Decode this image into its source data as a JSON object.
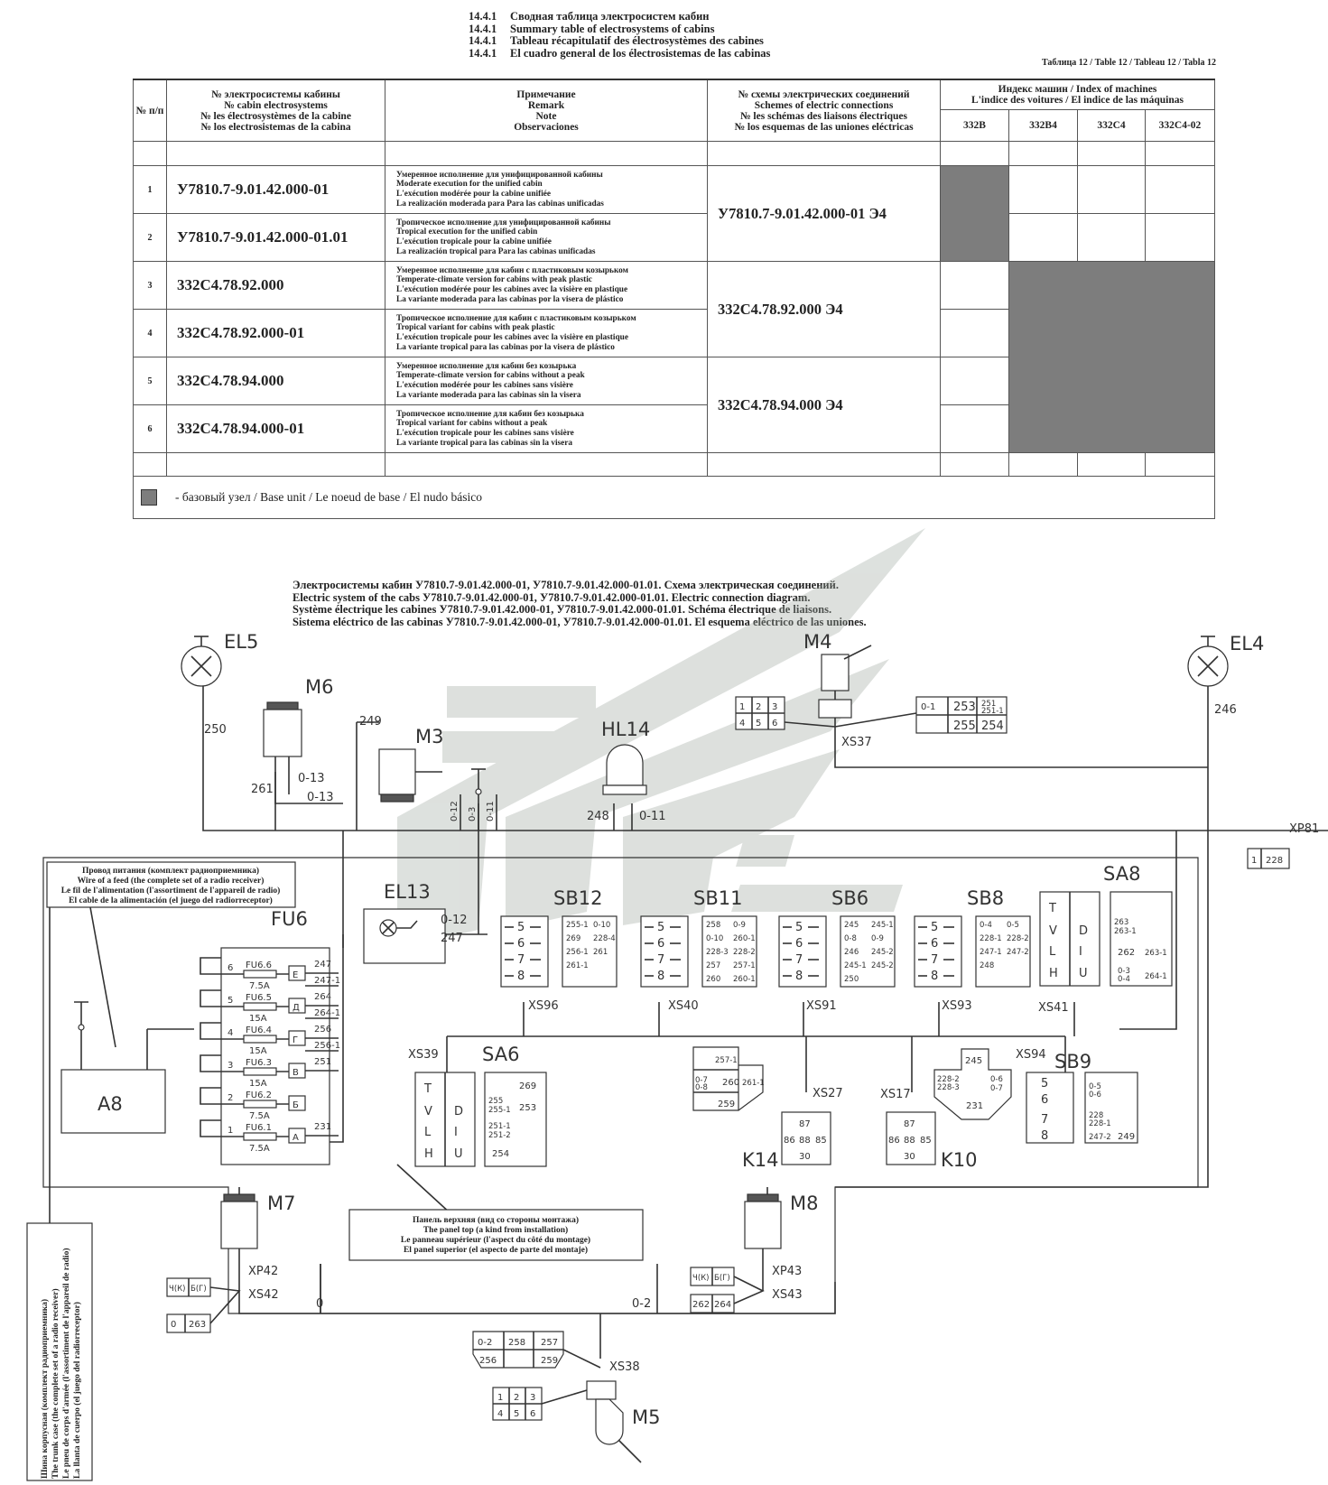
{
  "header_lines": [
    {
      "num": "14.4.1",
      "text": "Сводная таблица электросистем кабин"
    },
    {
      "num": "14.4.1",
      "text": "Summary table of electrosystems of cabins"
    },
    {
      "num": "14.4.1",
      "text": "Tableau récapitulatif des électrosystèmes des cabines"
    },
    {
      "num": "14.4.1",
      "text": "El cuadro general de los électrosistemas de las cabinas"
    }
  ],
  "table_ref": "Таблица 12 / Table 12 / Tableau 12 / Tabla 12",
  "columns": {
    "num": "№ п/п",
    "electrosystem": [
      "№ электросистемы кабины",
      "№ cabin electrosystems",
      "№ les électrosystèmes de la cabine",
      "№ los electrosistemas de la cabina"
    ],
    "remark": [
      "Примечание",
      "Remark",
      "Note",
      "Observaciones"
    ],
    "schemes": [
      "№ схемы электрических соединений",
      "Schemes of electric connections",
      "№ les schémas des liaisons électriques",
      "№ los esquemas de las uniones eléctricas"
    ],
    "index": [
      "Индекс машин / Index of machines",
      "L'indice des voitures / El indice de las máquinas"
    ],
    "machines": [
      "332B",
      "332B4",
      "332C4",
      "332C4-02"
    ]
  },
  "rows": [
    {
      "num": "1",
      "code": "У7810.7-9.01.42.000-01",
      "remark": [
        "Умеренное исполнение для унифицированной кабины",
        "Moderate execution for the unified cabin",
        "L'exécution modérée pour la cabine unifiée",
        "La realización moderada para Para las cabinas unificadas"
      ]
    },
    {
      "num": "2",
      "code": "У7810.7-9.01.42.000-01.01",
      "remark": [
        "Тропическое исполнение для унифицированной кабины",
        "Tropical execution for the unified cabin",
        "L'exécution tropicale pour la cabine unifiée",
        "La realización tropical para Para las cabinas unificadas"
      ]
    },
    {
      "num": "3",
      "code": "332C4.78.92.000",
      "remark": [
        "Умеренное исполнение для кабин с пластиковым козырьком",
        "Temperate-climate version for cabins with peak plastic",
        "L'exécution modérée pour les cabines avec la visière en plastique",
        "La variante moderada para las cabinas por la visera de plástico"
      ]
    },
    {
      "num": "4",
      "code": "332C4.78.92.000-01",
      "remark": [
        "Тропическое исполнение для кабин с пластиковым козырьком",
        "Tropical variant for cabins with peak plastic",
        "L'exécution tropicale pour les cabines avec la visière en plastique",
        "La variante tropical para las cabinas por la visera de plástico"
      ]
    },
    {
      "num": "5",
      "code": "332C4.78.94.000",
      "remark": [
        "Умеренное исполнение для кабин без козырька",
        "Temperate-climate version for cabins without a peak",
        "L'exécution modérée pour les cabines sans visière",
        "La variante moderada para las cabinas sin la visera"
      ]
    },
    {
      "num": "6",
      "code": "332C4.78.94.000-01",
      "remark": [
        "Тропическое исполнение для кабин без козырька",
        "Tropical variant for cabins without a peak",
        "L'exécution tropicale pour les cabines sans visière",
        "La variante tropical para las cabinas sin la visera"
      ]
    }
  ],
  "schemes": [
    "У7810.7-9.01.42.000-01 Э4",
    "332C4.78.92.000 Э4",
    "332C4.78.94.000 Э4"
  ],
  "fill_color": "#7d7d7d",
  "legend": "- базовый узел / Base unit / Le noeud de base / El nudo básico",
  "diagram_title": [
    "Электросистемы кабин У7810.7-9.01.42.000-01, У7810.7-9.01.42.000-01.01. Схема электрическая соединений.",
    "Electric system of the cabs У7810.7-9.01.42.000-01, У7810.7-9.01.42.000-01.01. Electric connection diagram.",
    "Système électrique les cabines У7810.7-9.01.42.000-01, У7810.7-9.01.42.000-01.01. Schéma électrique de liaisons.",
    "Sistema eléctrico de las cabinas У7810.7-9.01.42.000-01, У7810.7-9.01.42.000-01.01. El esquema eléctrico de las uniones."
  ],
  "components": {
    "EL5": "EL5",
    "EL4": "EL4",
    "M6": "M6",
    "M4": "M4",
    "M3": "M3",
    "HL14": "HL14",
    "EL13": "EL13",
    "FU6": "FU6",
    "A8": "A8",
    "SB12": "SB12",
    "SB11": "SB11",
    "SB6": "SB6",
    "SB8": "SB8",
    "SA8": "SA8",
    "SA6": "SA6",
    "SB9": "SB9",
    "K14": "K14",
    "K10": "K10",
    "M7": "M7",
    "M8": "M8",
    "M5": "M5"
  },
  "connectors": {
    "XS37": "XS37",
    "XP81": "XP81",
    "XS96": "XS96",
    "XS40": "XS40",
    "XS91": "XS91",
    "XS93": "XS93",
    "XS41": "XS41",
    "XS39": "XS39",
    "XS27": "XS27",
    "XS17": "XS17",
    "XS94": "XS94",
    "XP42": "XP42",
    "XS42": "XS42",
    "XP43": "XP43",
    "XS43": "XS43",
    "XS38": "XS38"
  },
  "wires": {
    "w250": "250",
    "w246": "246",
    "w249": "249",
    "w261": "261",
    "w013a": "0-13",
    "w013b": "0-13",
    "w248": "248",
    "w011": "0-11",
    "w012v": "0-12",
    "w03": "0-3",
    "w011v": "0-11",
    "w012": "0-12",
    "w247": "247",
    "w0": "0",
    "w02": "0-2"
  },
  "fuses": [
    {
      "name": "FU6.6",
      "rating": "7.5A",
      "num": "6",
      "pin": "E",
      "out": [
        "247",
        "247-1"
      ]
    },
    {
      "name": "FU6.5",
      "rating": "15A",
      "num": "5",
      "pin": "Д",
      "out": [
        "264",
        "264-1"
      ]
    },
    {
      "name": "FU6.4",
      "rating": "15A",
      "num": "4",
      "pin": "Г",
      "out": [
        "256",
        "256-1"
      ]
    },
    {
      "name": "FU6.3",
      "rating": "15A",
      "num": "3",
      "pin": "В",
      "out": [
        "251"
      ]
    },
    {
      "name": "FU6.2",
      "rating": "7.5A",
      "num": "2",
      "pin": "Б",
      "out": []
    },
    {
      "name": "FU6.1",
      "rating": "7.5A",
      "num": "1",
      "pin": "А",
      "out": [
        "231"
      ]
    }
  ],
  "xp81_pins": [
    "1",
    "228"
  ],
  "xs37_pins": [
    "1",
    "2",
    "3",
    "4",
    "5",
    "6"
  ],
  "m4_conn": [
    "0-1",
    "253",
    "251",
    "251-1",
    "255",
    "254"
  ],
  "notes": {
    "feed": [
      "Провод питания (комплект радиоприемника)",
      "Wire of a feed (the complete set of a radio receiver)",
      "Le fil de l'alimentation (l'assortiment de l'appareil de radio)",
      "El cable de la alimentación (el juego del radiorreceptor)"
    ],
    "panel": [
      "Панель верхняя (вид со стороны монтажа)",
      "The panel top (a kind from installation)",
      "Le panneau supérieur (l'aspect du côté du montage)",
      "El panel superior (el aspecto de parte del montaje)"
    ],
    "case": [
      "Шина корпусная (комплект радиоприемника)",
      "The trunk case (the complete set of a radio receiver)",
      "Le pneu de corps d'armée (l'assortiment de l'appareil de radio)",
      "La llanta de cuerpo (el juego del radiorreceptor)"
    ]
  },
  "switch_pins": [
    "5",
    "6",
    "7",
    "8",
    "1",
    "2",
    "3",
    "4"
  ],
  "sb12_pins": [
    "255-1",
    "0-10",
    "269",
    "228-4",
    "256-1",
    "261",
    "261-1"
  ],
  "sb11_pins": [
    "258",
    "0-9",
    "0-10",
    "260-1",
    "228-3",
    "228-2",
    "257",
    "257-1",
    "260",
    "260-1"
  ],
  "sb6_pins": [
    "245",
    "245-1",
    "0-8",
    "0-9",
    "246",
    "245-2",
    "245-1",
    "245-2",
    "250"
  ],
  "sb8_pins": [
    "0-4",
    "0-5",
    "228-1",
    "228-2",
    "247-1",
    "247-2",
    "248"
  ],
  "sa8_pins": [
    "T",
    "V",
    "L",
    "H",
    "D",
    "I",
    "U",
    "263",
    "263-1",
    "262",
    "263-1",
    "0-3",
    "0-4",
    "264-1"
  ],
  "sa6_pins": [
    "T",
    "V",
    "L",
    "H",
    "D",
    "I",
    "U",
    "269",
    "255",
    "255-1",
    "253",
    "251-1",
    "251-2",
    "254"
  ],
  "xs27_pins": [
    "257-1",
    "0-7",
    "0-8",
    "260",
    "261-1",
    "259"
  ],
  "k_pins": [
    "87",
    "86",
    "88",
    "85",
    "30"
  ],
  "xs17_pins": [
    "245",
    "228-2",
    "228-3",
    "0-6",
    "0-7",
    "231"
  ],
  "sb9_pins": [
    "0-5",
    "0-6",
    "228",
    "228-1",
    "247-2",
    "249"
  ],
  "m7_conn": [
    "Ч(К)",
    "Б(Г)",
    "0",
    "263"
  ],
  "m8_conn": [
    "Ч(К)",
    "Б(Г)",
    "262",
    "264"
  ],
  "xs38_conn": [
    "0-2",
    "258",
    "257",
    "256",
    "259"
  ],
  "m5_pins": [
    "1",
    "2",
    "3",
    "4",
    "5",
    "6"
  ]
}
